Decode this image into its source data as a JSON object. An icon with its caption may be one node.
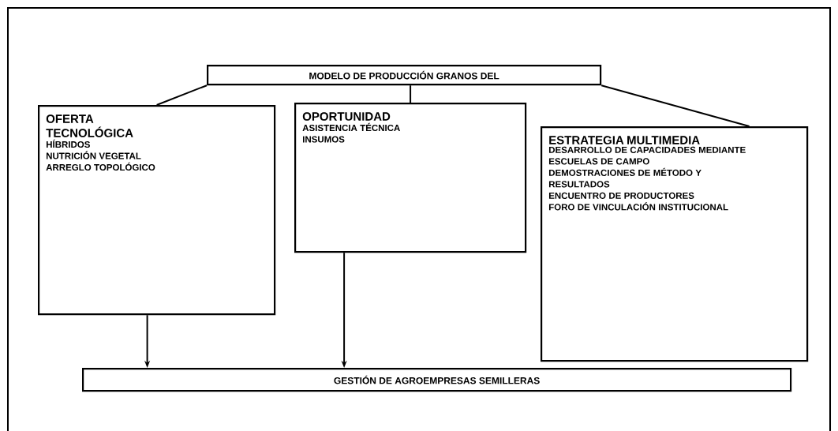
{
  "diagram": {
    "nodes": [
      {
        "text": [
          "MODELO DE PRODUCCIÓN GRANOS DEL"
        ]
      },
      {
        "text": [
          "OFERTA TECNOLÓGICA",
          "HÍBRIDOS",
          "NUTRICIÓN VEGETAL",
          "ARREGLO TOPOLÓGICO"
        ]
      },
      {
        "text": [
          "OPORTUNIDAD",
          "ASISTENCIA TÉCNICA",
          "INSUMOS"
        ]
      },
      {
        "text": [
          "ESTRATEGIA MULTIMEDIA",
          "DESARROLLO DE CAPACIDADES MEDIANTE ESCUELAS DE CAMPO",
          "DEMOSTRACIONES DE MÉTODO Y RESULTADOS",
          "ENCUENTRO DE PRODUCTORES",
          "FORO DE VINCULACIÓN INSTITUCIONAL"
        ]
      },
      {
        "text": [
          "GESTIÓN DE AGROEMPRESAS SEMILLERAS"
        ]
      }
    ],
    "edges": [
      {
        "from": 0,
        "to": 1,
        "arrow": "none"
      },
      {
        "from": 0,
        "to": 2,
        "arrow": "none"
      },
      {
        "from": 0,
        "to": 3,
        "arrow": "none"
      },
      {
        "from": 1,
        "to": 4,
        "arrow": "to"
      },
      {
        "from": 2,
        "to": 4,
        "arrow": "to"
      }
    ]
  }
}
